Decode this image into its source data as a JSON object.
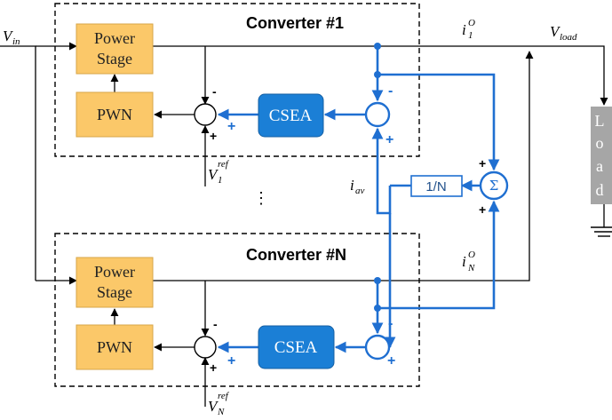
{
  "converters": [
    {
      "title": "Converter #1",
      "power_stage_line1": "Power",
      "power_stage_line2": "Stage",
      "pwn_label": "PWN",
      "csea_label": "CSEA",
      "vref_main": "V",
      "vref_sub": "1",
      "vref_sup": "ref",
      "current_main": "i",
      "current_sub": "1",
      "current_sup": "O"
    },
    {
      "title": "Converter #N",
      "power_stage_line1": "Power",
      "power_stage_line2": "Stage",
      "pwn_label": "PWN",
      "csea_label": "CSEA",
      "vref_main": "V",
      "vref_sub": "N",
      "vref_sup": "ref",
      "current_main": "i",
      "current_sub": "N",
      "current_sup": "O"
    }
  ],
  "vin": {
    "main": "V",
    "sub": "in"
  },
  "vload": {
    "main": "V",
    "sub": "load"
  },
  "iav": {
    "main": "i",
    "sub": "av"
  },
  "divider_label": "1/N",
  "summer_symbol": "Σ",
  "load_letters": [
    "L",
    "o",
    "a",
    "d"
  ],
  "ellipsis": "⋮",
  "signs": {
    "minus": "-",
    "plus": "+"
  },
  "colors": {
    "feedback_blue": "#1f6fd1",
    "block_yellow": "#fbc869",
    "csea_blue": "#1b7fd6",
    "load_gray": "#a6a6a6"
  }
}
